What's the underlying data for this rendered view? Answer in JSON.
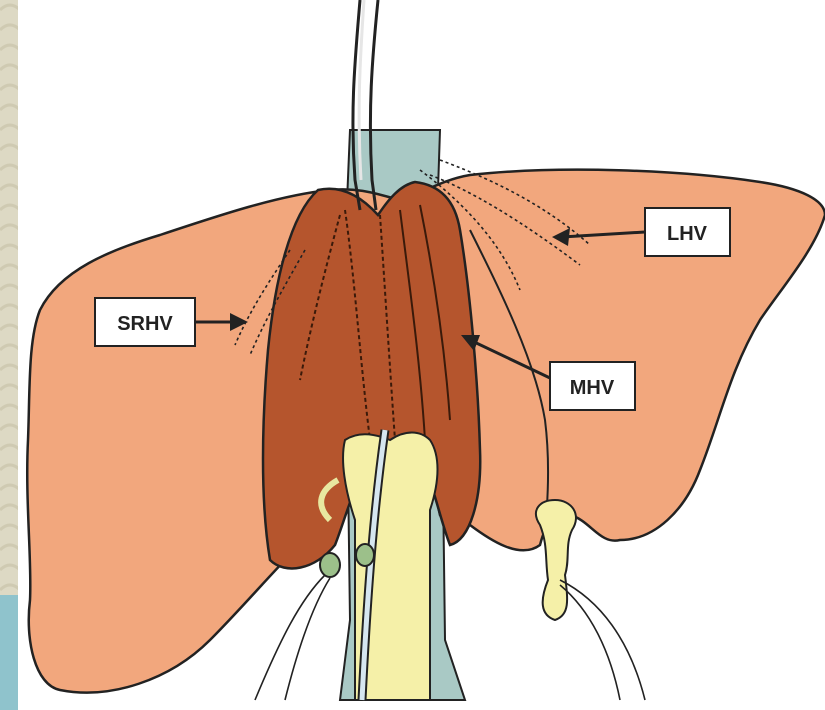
{
  "diagram": {
    "labels": {
      "lhv": "LHV",
      "srhv": "SRHV",
      "mhv": "MHV"
    }
  },
  "colors": {
    "background_texture": "#ddd9c4",
    "liver": "#f2a77d",
    "caudate_lobe": "#b5552d",
    "vena_cava": "#a9c9c5",
    "portal_structure": "#f5f0a8",
    "outline": "#222222"
  }
}
